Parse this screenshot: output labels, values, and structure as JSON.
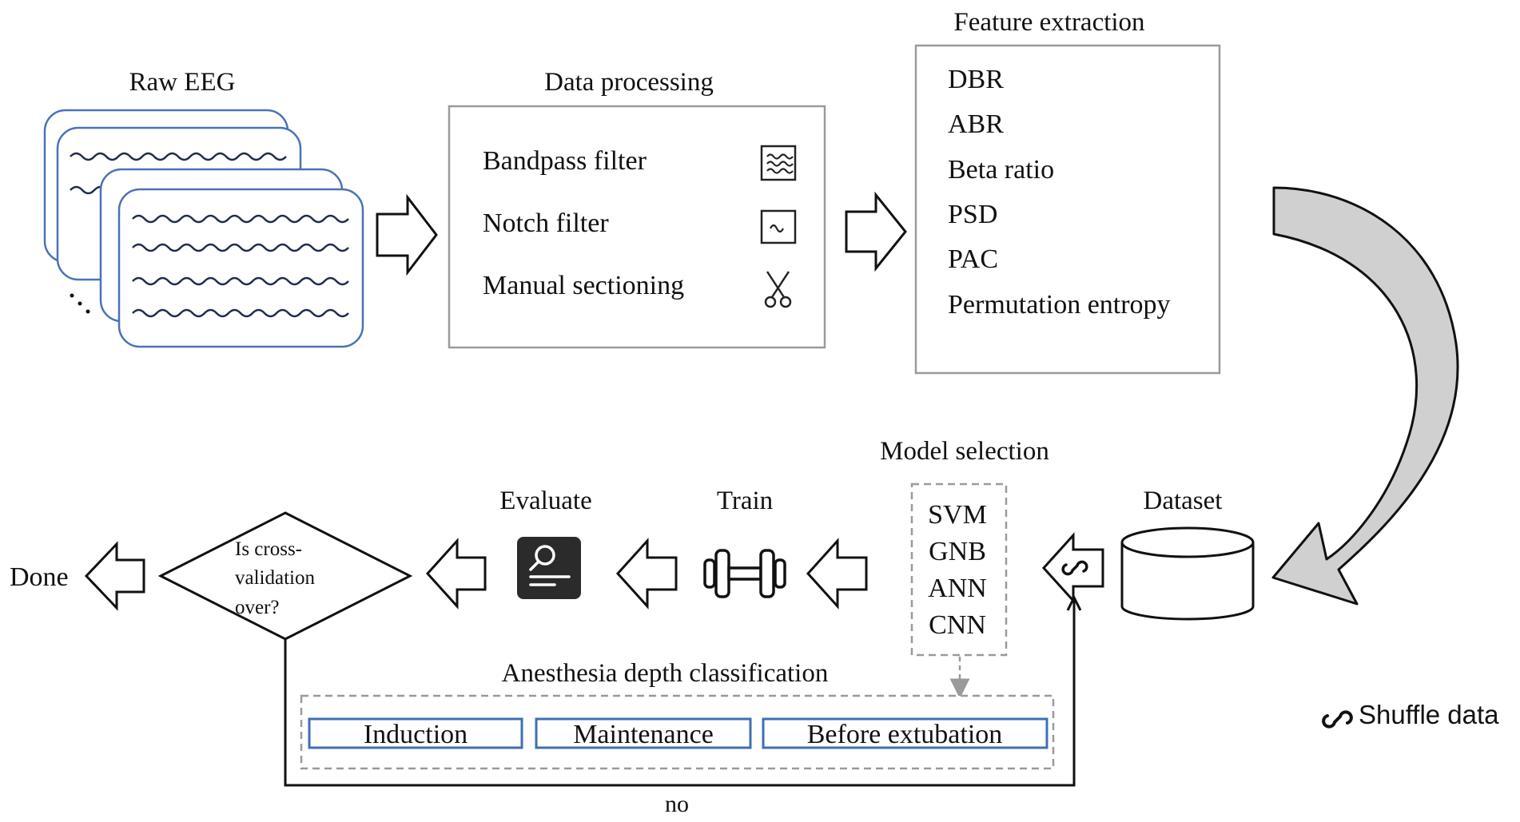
{
  "raw_eeg": {
    "title": "Raw EEG",
    "more": "..."
  },
  "data_processing": {
    "title": "Data processing",
    "items": [
      {
        "label": "Bandpass filter",
        "icon": "bandpass-filter-icon"
      },
      {
        "label": "Notch filter",
        "icon": "notch-filter-icon"
      },
      {
        "label": "Manual sectioning",
        "icon": "scissors-icon"
      }
    ]
  },
  "feature_extraction": {
    "title": "Feature extraction",
    "items": [
      "DBR",
      "ABR",
      "Beta ratio",
      "PSD",
      "PAC",
      "Permutation entropy"
    ]
  },
  "dataset": {
    "title": "Dataset"
  },
  "model_selection": {
    "title": "Model selection",
    "models": [
      "SVM",
      "GNB",
      "ANN",
      "CNN"
    ]
  },
  "train": {
    "title": "Train",
    "icon": "dumbbell-icon"
  },
  "evaluate": {
    "title": "Evaluate",
    "icon": "evaluate-icon"
  },
  "decision": {
    "lines": [
      "Is cross-",
      "validation",
      "over?"
    ]
  },
  "done": {
    "label": "Done"
  },
  "loop": {
    "label": "no"
  },
  "classification": {
    "title": "Anesthesia depth classification",
    "stages": [
      "Induction",
      "Maintenance",
      "Before extubation"
    ]
  },
  "legend": {
    "icon": "shuffle-icon",
    "label": "Shuffle data"
  },
  "colors": {
    "eeg_border": "#4a72b8",
    "wave": "#1f2d4f",
    "box_border": "#9a9a9a",
    "dashed": "#9a9a9a",
    "curve_fill": "#d0d0d0",
    "stage_border": "#3f6fb5",
    "icon_dark": "#2b2b2b"
  }
}
